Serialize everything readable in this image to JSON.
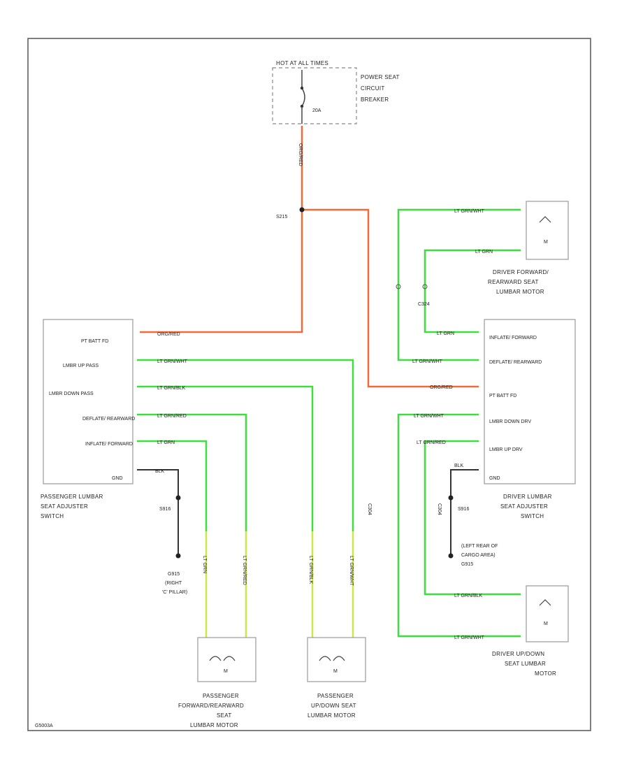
{
  "fuse": {
    "hot_label": "HOT AT ALL TIMES",
    "breaker_name": [
      "POWER SEAT",
      "CIRCUIT",
      "BREAKER"
    ],
    "rating": "20A"
  },
  "splices": {
    "top": "S215",
    "pass_gnd": "S916",
    "driver_gnd": "S916"
  },
  "connectors": {
    "c1": "C304",
    "c2": "C324"
  },
  "grounds": {
    "passenger": [
      "G915",
      "(RIGHT",
      "'C' PILLAR)"
    ],
    "driver": [
      "(LEFT REAR OF",
      "CARGO AREA)",
      "G915"
    ]
  },
  "wires": {
    "org_red": "ORG/RED",
    "lt_grn": "LT GRN",
    "lt_grn_wht": "LT GRN/WHT",
    "lt_grn_blk": "LT GRN/BLK",
    "lt_grn_red": "LT GRN/RED",
    "blk": "BLK"
  },
  "passenger_switch": {
    "pins": [
      "PT BATT FD",
      "LMBR UP PASS",
      "LMBR DOWN PASS",
      "DEFLATE/ REARWARD",
      "INFLATE/ FORWARD",
      "GND"
    ],
    "title": [
      "PASSENGER LUMBAR",
      "SEAT ADJUSTER",
      "SWITCH"
    ]
  },
  "driver_switch": {
    "pins": [
      "INFLATE/ FORWARD",
      "DEFLATE/ REARWARD",
      "PT BATT FD",
      "LMBR DOWN DRV",
      "LMBR UP DRV",
      "GND"
    ],
    "title": [
      "DRIVER LUMBAR",
      "SEAT ADJUSTER",
      "SWITCH"
    ]
  },
  "motors": {
    "driver_fr": [
      "DRIVER FORWARD/",
      "REARWARD SEAT",
      "LUMBAR MOTOR"
    ],
    "driver_ud": [
      "DRIVER UP/DOWN",
      "SEAT LUMBAR",
      "MOTOR"
    ],
    "pass_fr": [
      "PASSENGER",
      "FORWARD/REARWARD",
      "SEAT",
      "LUMBAR MOTOR"
    ],
    "pass_ud": [
      "PASSENGER",
      "UP/DOWN SEAT",
      "LUMBAR MOTOR"
    ]
  },
  "footer_code": "G5003A"
}
